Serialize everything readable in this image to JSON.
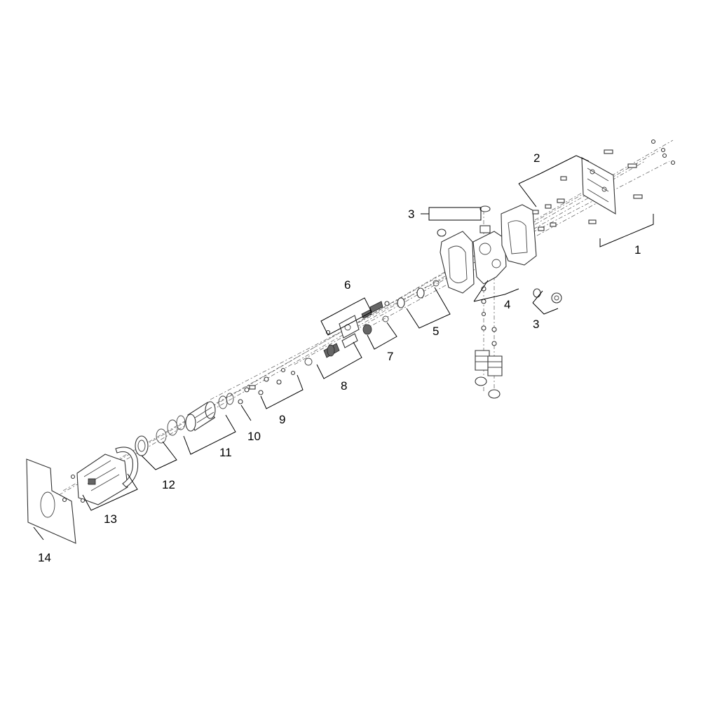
{
  "diagram": {
    "callouts": [
      {
        "id": "c1",
        "text": "1"
      },
      {
        "id": "c2",
        "text": "2"
      },
      {
        "id": "c3a",
        "text": "3"
      },
      {
        "id": "c3b",
        "text": "3"
      },
      {
        "id": "c4",
        "text": "4"
      },
      {
        "id": "c5",
        "text": "5"
      },
      {
        "id": "c6",
        "text": "6"
      },
      {
        "id": "c7",
        "text": "7"
      },
      {
        "id": "c8",
        "text": "8"
      },
      {
        "id": "c9",
        "text": "9"
      },
      {
        "id": "c10",
        "text": "10"
      },
      {
        "id": "c11",
        "text": "11"
      },
      {
        "id": "c12",
        "text": "12"
      },
      {
        "id": "c13",
        "text": "13"
      },
      {
        "id": "c14",
        "text": "14"
      }
    ],
    "colors": {
      "line": "#333333",
      "background": "#ffffff"
    }
  }
}
